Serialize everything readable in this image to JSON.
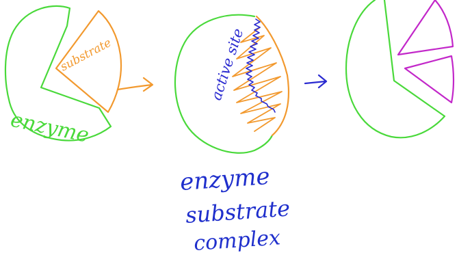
{
  "labels": {
    "substrate": "substrate",
    "enzyme": "enzyme",
    "active_site": "active site",
    "complex_line1": "enzyme",
    "complex_line2": "substrate",
    "complex_line3": "complex"
  },
  "colors": {
    "enzyme_outline": "#49d93a",
    "substrate_outline": "#f2992e",
    "active_site_line": "#2a2ad0",
    "arrow_orange": "#f2992e",
    "arrow_blue": "#2a2ad0",
    "product_outline": "#c227c9",
    "caption_text": "#1f2fcc"
  }
}
